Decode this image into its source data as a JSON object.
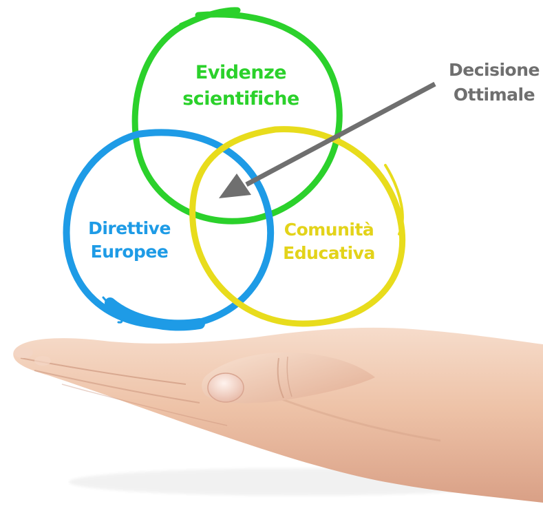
{
  "diagram": {
    "circles": [
      {
        "id": "evidence",
        "label_line1": "Evidenze",
        "label_line2": "scientifiche",
        "color": "#2bd12b"
      },
      {
        "id": "directives",
        "label_line1": "Direttive",
        "label_line2": "Europee",
        "color": "#1e9be6"
      },
      {
        "id": "community",
        "label_line1": "Comunità",
        "label_line2": "Educativa",
        "color": "#e8dc1c"
      }
    ],
    "callout": {
      "label_line1": "Decisione",
      "label_line2": "Ottimale",
      "color": "#6f6f6f"
    }
  },
  "photo": {
    "subject": "open-palm-hand",
    "skin_color": "#efc7ae"
  }
}
